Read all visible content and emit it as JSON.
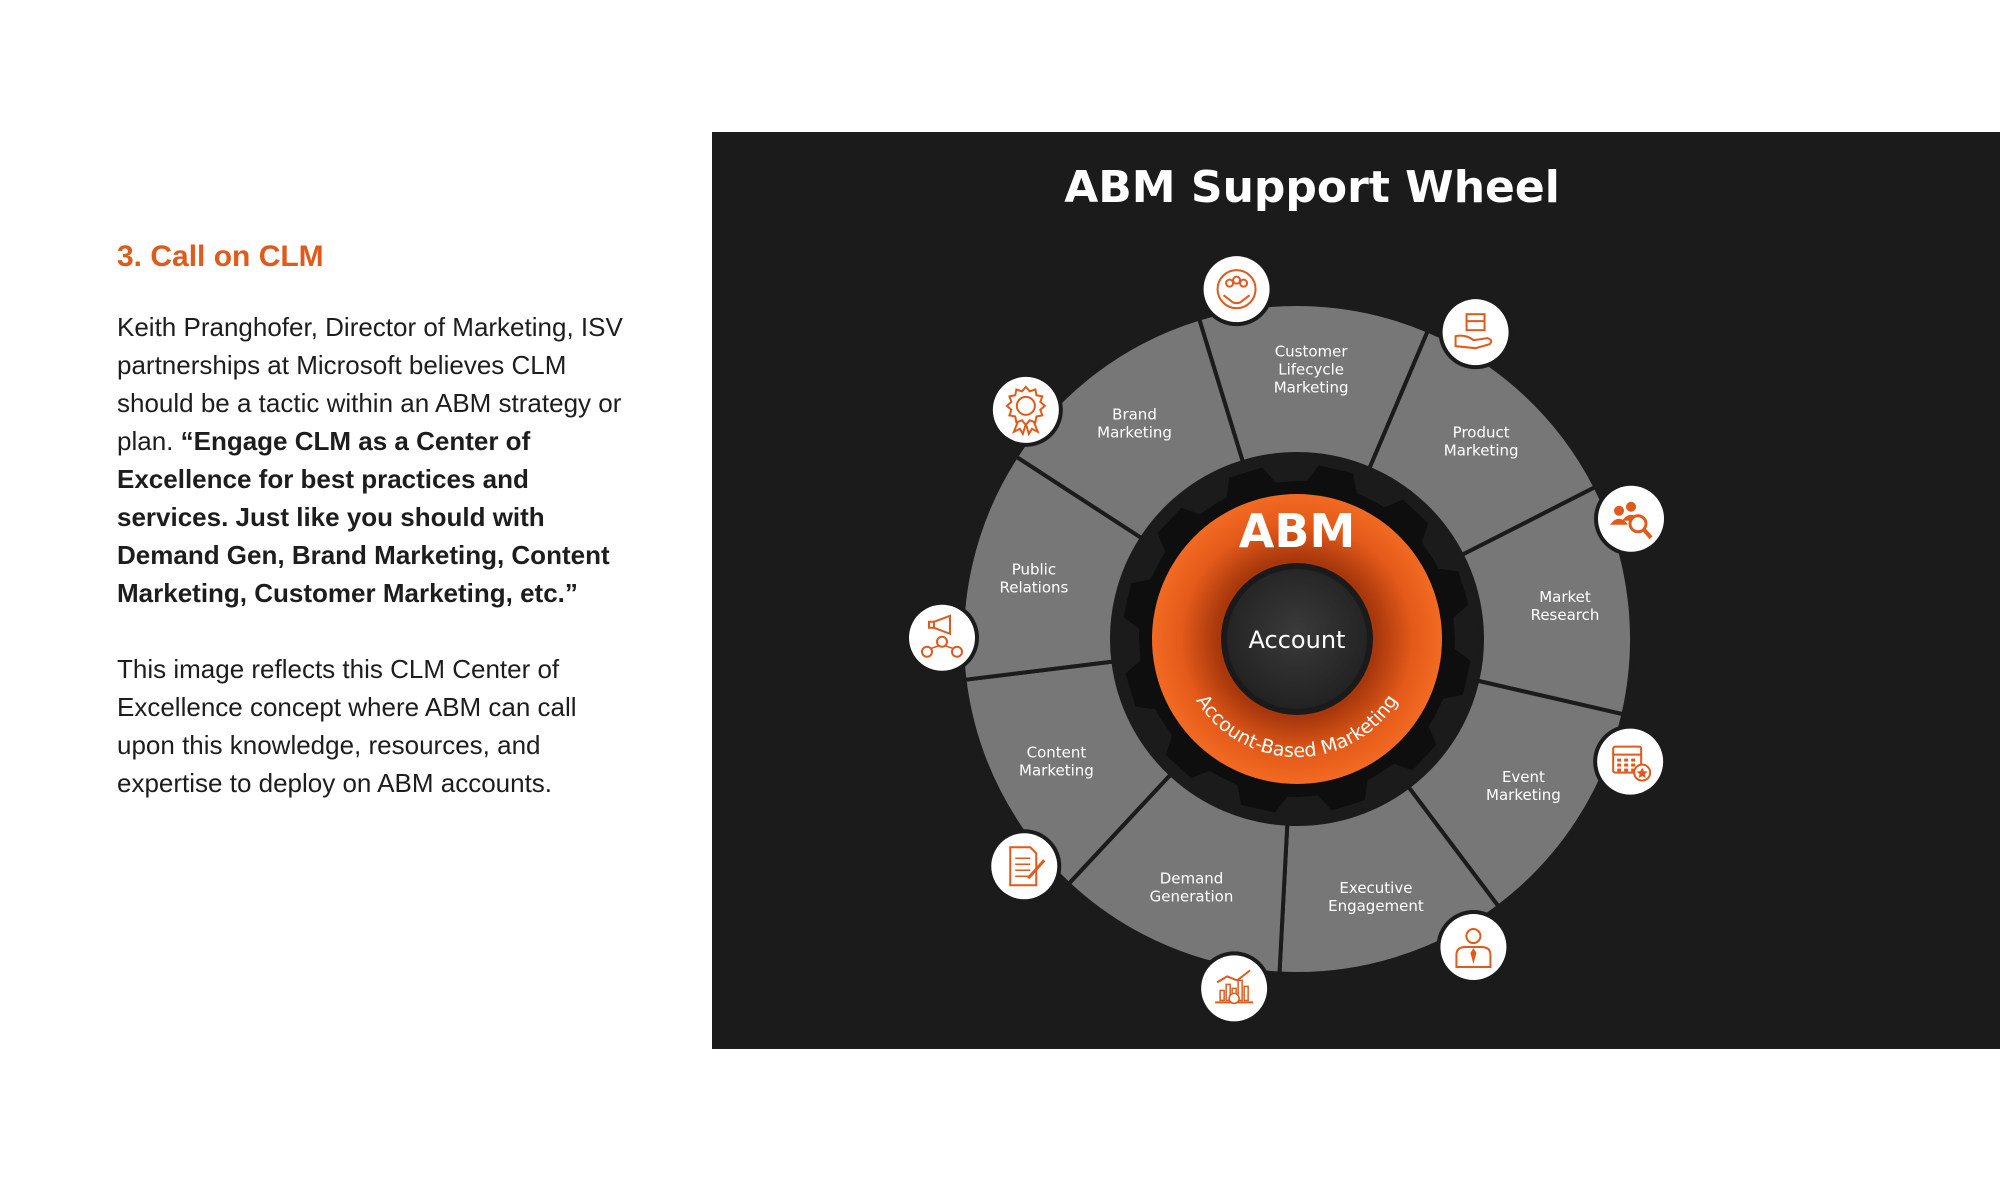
{
  "article": {
    "heading": "3. Call on CLM",
    "paragraph1_intro": "Keith Pranghofer, Director of Marketing, ISV partnerships at Microsoft believes CLM  should be a tactic within an ABM strategy or plan. ",
    "paragraph1_quote": "“Engage CLM as a Center of Excellence for best practices and services. Just like you should with Demand Gen, Brand Marketing, Content Marketing, Customer Marketing, etc.”",
    "paragraph2": "This image reflects this CLM Center of Excellence concept where ABM can call upon this knowledge, resources, and expertise to deploy on ABM accounts."
  },
  "wheel": {
    "title": "ABM Support Wheel",
    "center_title": "ABM",
    "center_label": "Account",
    "ring_label": "Account-Based Marketing",
    "segments": [
      {
        "line1": "Customer",
        "line2": "Lifecycle",
        "line3": "Marketing",
        "icon": "handshake-people-icon"
      },
      {
        "line1": "Product",
        "line2": "Marketing",
        "icon": "box-in-hand-icon"
      },
      {
        "line1": "Market",
        "line2": "Research",
        "icon": "people-magnifier-icon"
      },
      {
        "line1": "Event",
        "line2": "Marketing",
        "icon": "calendar-star-icon"
      },
      {
        "line1": "Executive",
        "line2": "Engagement",
        "icon": "businessman-icon"
      },
      {
        "line1": "Demand",
        "line2": "Generation",
        "icon": "growth-chart-icon"
      },
      {
        "line1": "Content",
        "line2": "Marketing",
        "icon": "document-pen-icon"
      },
      {
        "line1": "Public",
        "line2": "Relations",
        "icon": "megaphone-network-icon"
      },
      {
        "line1": "Brand",
        "line2": "Marketing",
        "icon": "award-badge-icon"
      }
    ]
  },
  "colors": {
    "accent": "#e05a1c",
    "panel_bg": "#1b1b1b",
    "segment_fill": "#777777",
    "gear": "#0e0e0e",
    "hub": "#2d2d2d"
  }
}
